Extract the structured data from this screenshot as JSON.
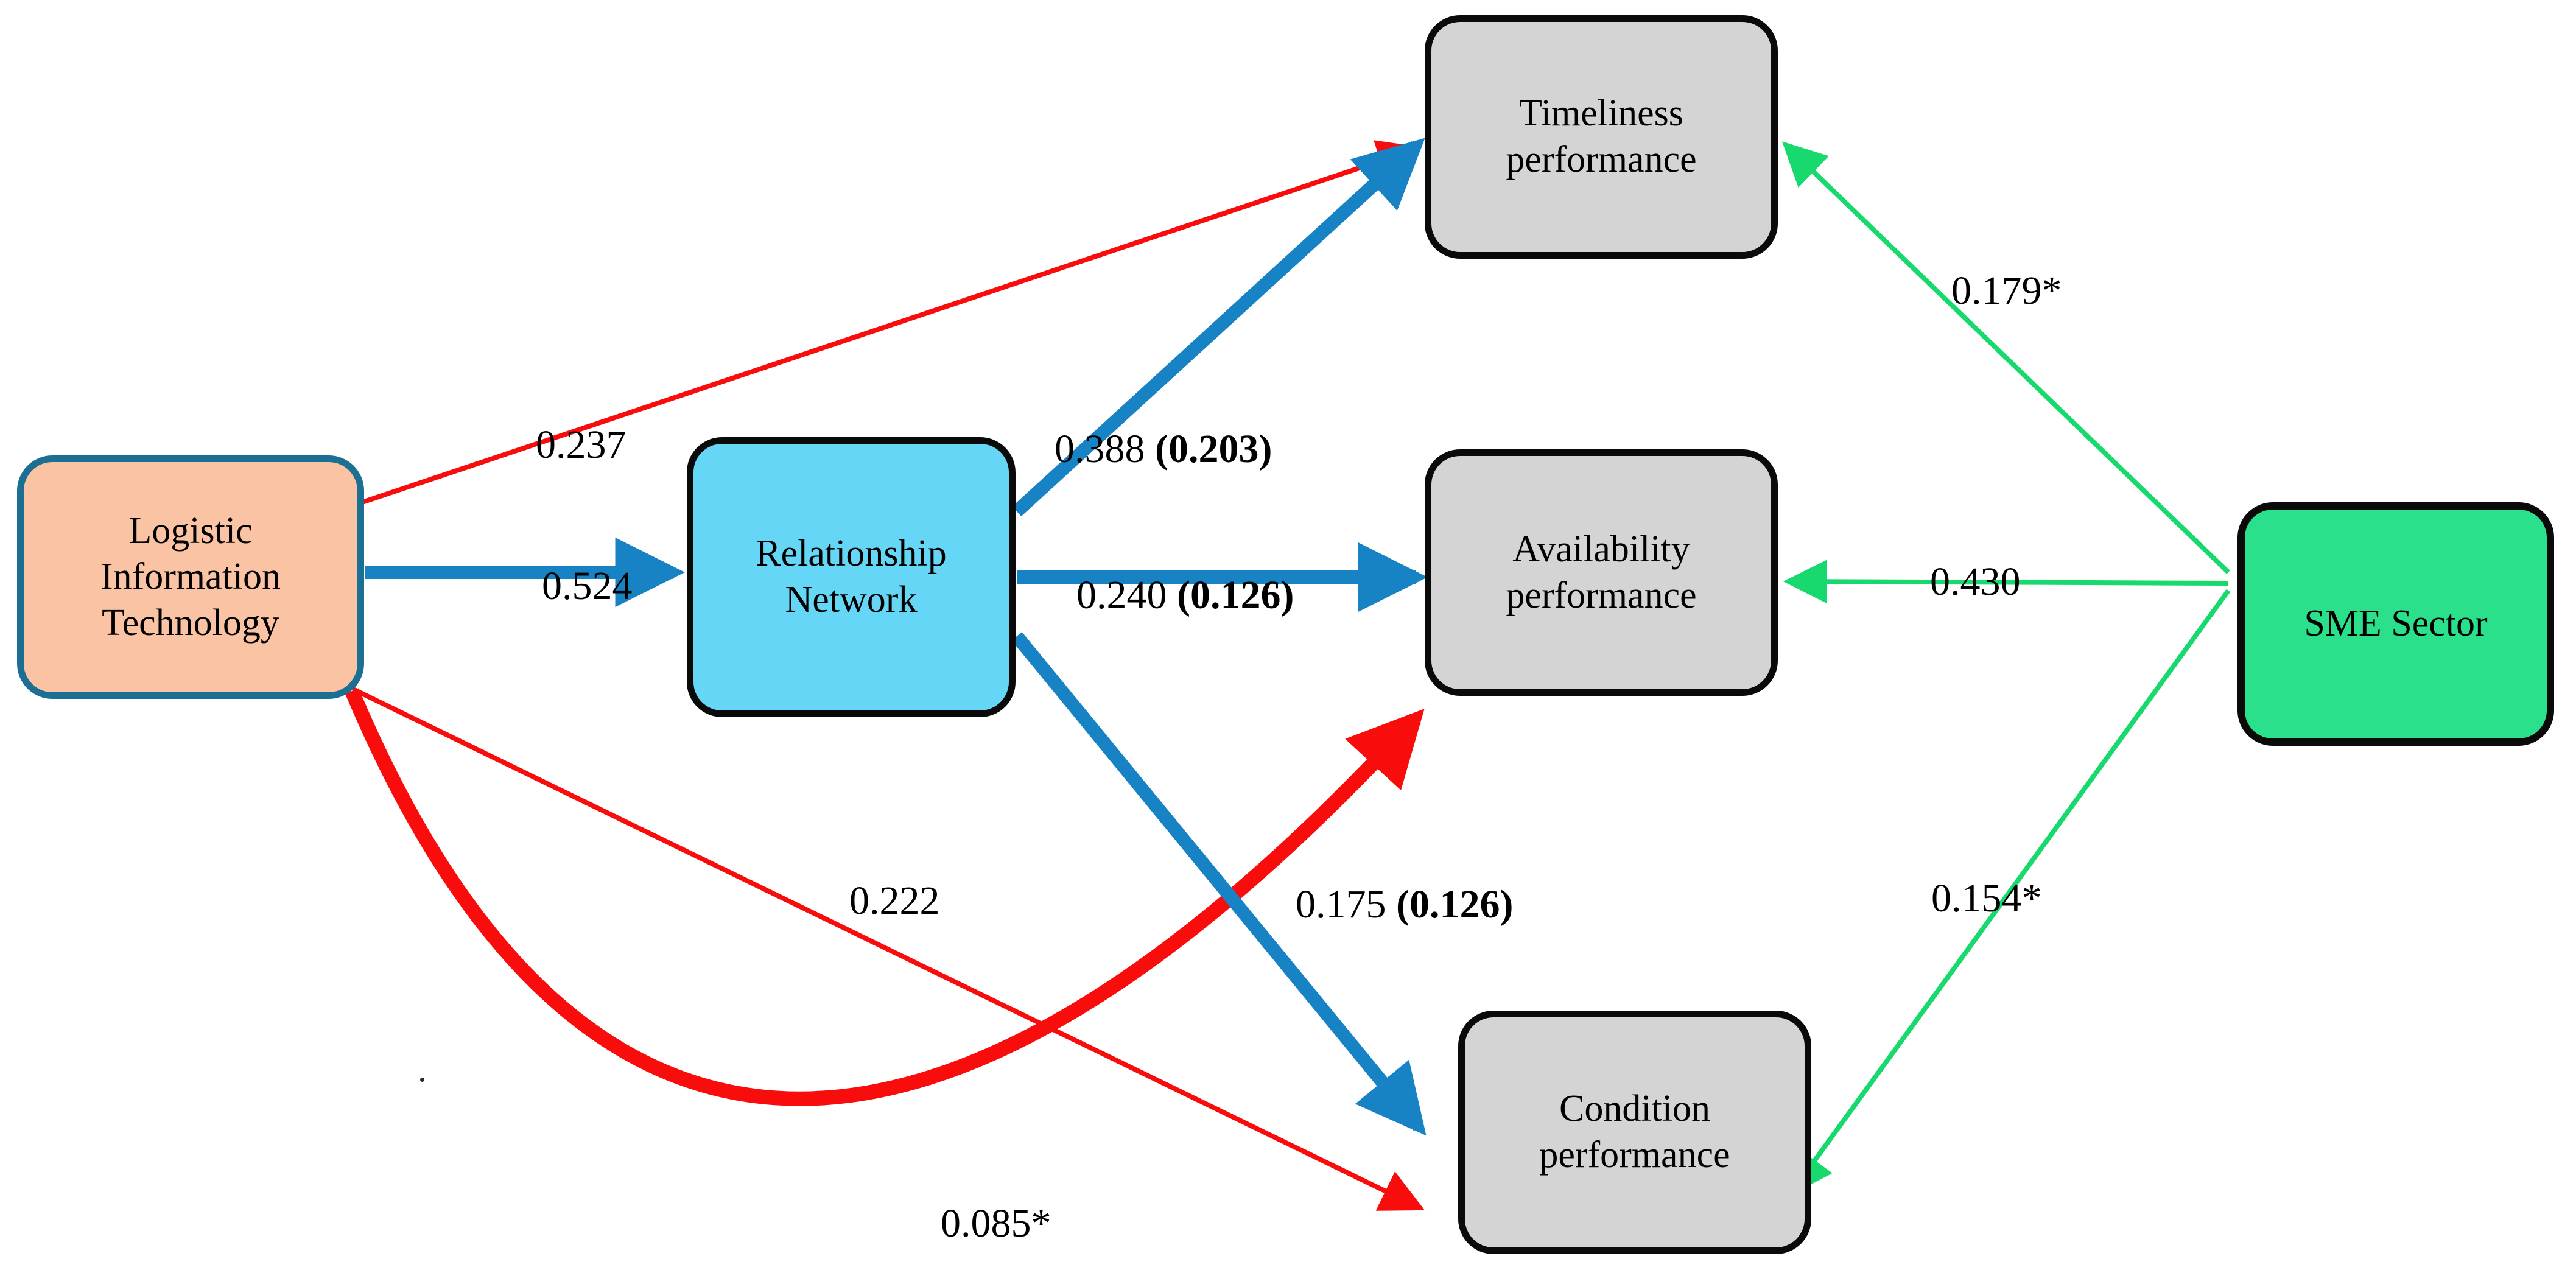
{
  "diagram": {
    "type": "path-model",
    "title": "",
    "nodes": [
      {
        "id": "lit",
        "label": "Logistic\nInformation\nTechnology",
        "fill": "#fac3a4",
        "border": "#1a6f93"
      },
      {
        "id": "rn",
        "label": "Relationship\nNetwork",
        "fill": "#66d6f6",
        "border": "#0a0a0a"
      },
      {
        "id": "tp",
        "label": "Timeliness\nperformance",
        "fill": "#d4d4d4",
        "border": "#0a0a0a"
      },
      {
        "id": "ap",
        "label": "Availability\nperformance",
        "fill": "#d4d4d4",
        "border": "#0a0a0a"
      },
      {
        "id": "cp",
        "label": "Condition\nperformance",
        "fill": "#d4d4d4",
        "border": "#0a0a0a"
      },
      {
        "id": "sme",
        "label": "SME Sector",
        "fill": "#2ae08b",
        "border": "#0a0a0a"
      }
    ],
    "edges": [
      {
        "id": "lit-tp",
        "from": "lit",
        "to": "tp",
        "value": "0.237",
        "bold_value": "",
        "color": "#f90c0c",
        "weight": "thin",
        "style": "straight"
      },
      {
        "id": "lit-rn",
        "from": "lit",
        "to": "rn",
        "value": "0.524",
        "bold_value": "",
        "color": "#1782c4",
        "weight": "thick",
        "style": "straight"
      },
      {
        "id": "lit-cp",
        "from": "lit",
        "to": "cp",
        "value": "0.222",
        "bold_value": "",
        "color": "#f90c0c",
        "weight": "thin",
        "style": "straight"
      },
      {
        "id": "lit-ap",
        "from": "lit",
        "to": "ap",
        "value": "0.085*",
        "bold_value": "",
        "color": "#f90c0c",
        "weight": "thick",
        "style": "curved"
      },
      {
        "id": "rn-tp",
        "from": "rn",
        "to": "tp",
        "value": "0.388 ",
        "bold_value": "(0.203)",
        "color": "#1782c4",
        "weight": "thick",
        "style": "straight"
      },
      {
        "id": "rn-ap",
        "from": "rn",
        "to": "ap",
        "value": "0.240 ",
        "bold_value": "(0.126)",
        "color": "#1782c4",
        "weight": "thick",
        "style": "straight"
      },
      {
        "id": "rn-cp",
        "from": "rn",
        "to": "cp",
        "value": "0.175 ",
        "bold_value": "(0.126)",
        "color": "#1782c4",
        "weight": "thick",
        "style": "straight"
      },
      {
        "id": "sme-tp",
        "from": "sme",
        "to": "tp",
        "value": "0.179*",
        "bold_value": "",
        "color": "#17d96e",
        "weight": "thin",
        "style": "straight"
      },
      {
        "id": "sme-ap",
        "from": "sme",
        "to": "ap",
        "value": "0.430",
        "bold_value": "",
        "color": "#17d96e",
        "weight": "thin",
        "style": "straight"
      },
      {
        "id": "sme-cp",
        "from": "sme",
        "to": "cp",
        "value": "0.154*",
        "bold_value": "",
        "color": "#17d96e",
        "weight": "thin",
        "style": "straight"
      }
    ],
    "legend_note": ""
  }
}
